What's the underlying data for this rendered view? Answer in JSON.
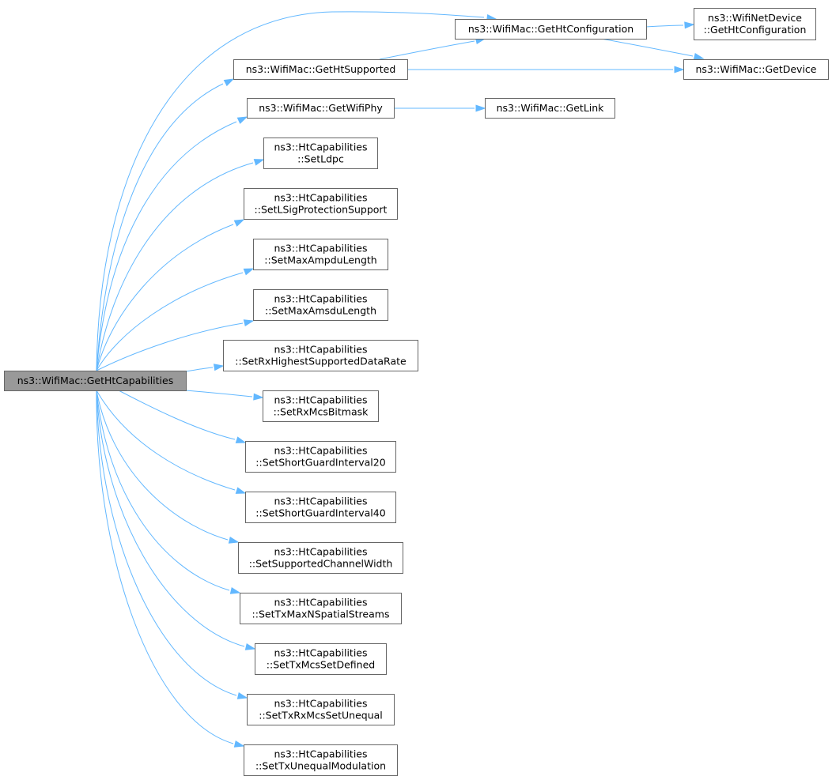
{
  "nodes": [
    {
      "id": "root",
      "lines": [
        "ns3::WifiMac::GetHtCapabilities"
      ],
      "root": true
    },
    {
      "id": "getHtConfiguration",
      "lines": [
        "ns3::WifiMac::GetHtConfiguration"
      ]
    },
    {
      "id": "netDeviceGetHtConfiguration",
      "lines": [
        "ns3::WifiNetDevice",
        "::GetHtConfiguration"
      ]
    },
    {
      "id": "getHtSupported",
      "lines": [
        "ns3::WifiMac::GetHtSupported"
      ]
    },
    {
      "id": "getDevice",
      "lines": [
        "ns3::WifiMac::GetDevice"
      ]
    },
    {
      "id": "getWifiPhy",
      "lines": [
        "ns3::WifiMac::GetWifiPhy"
      ]
    },
    {
      "id": "getLink",
      "lines": [
        "ns3::WifiMac::GetLink"
      ]
    },
    {
      "id": "setLdpc",
      "lines": [
        "ns3::HtCapabilities",
        "::SetLdpc"
      ]
    },
    {
      "id": "setLSigProtectionSupport",
      "lines": [
        "ns3::HtCapabilities",
        "::SetLSigProtectionSupport"
      ]
    },
    {
      "id": "setMaxAmpduLength",
      "lines": [
        "ns3::HtCapabilities",
        "::SetMaxAmpduLength"
      ]
    },
    {
      "id": "setMaxAmsduLength",
      "lines": [
        "ns3::HtCapabilities",
        "::SetMaxAmsduLength"
      ]
    },
    {
      "id": "setRxHighestSupportedDataRate",
      "lines": [
        "ns3::HtCapabilities",
        "::SetRxHighestSupportedDataRate"
      ]
    },
    {
      "id": "setRxMcsBitmask",
      "lines": [
        "ns3::HtCapabilities",
        "::SetRxMcsBitmask"
      ]
    },
    {
      "id": "setShortGuardInterval20",
      "lines": [
        "ns3::HtCapabilities",
        "::SetShortGuardInterval20"
      ]
    },
    {
      "id": "setShortGuardInterval40",
      "lines": [
        "ns3::HtCapabilities",
        "::SetShortGuardInterval40"
      ]
    },
    {
      "id": "setSupportedChannelWidth",
      "lines": [
        "ns3::HtCapabilities",
        "::SetSupportedChannelWidth"
      ]
    },
    {
      "id": "setTxMaxNSpatialStreams",
      "lines": [
        "ns3::HtCapabilities",
        "::SetTxMaxNSpatialStreams"
      ]
    },
    {
      "id": "setTxMcsSetDefined",
      "lines": [
        "ns3::HtCapabilities",
        "::SetTxMcsSetDefined"
      ]
    },
    {
      "id": "setTxRxMcsSetUnequal",
      "lines": [
        "ns3::HtCapabilities",
        "::SetTxRxMcsSetUnequal"
      ]
    },
    {
      "id": "setTxUnequalModulation",
      "lines": [
        "ns3::HtCapabilities",
        "::SetTxUnequalModulation"
      ]
    }
  ],
  "edges": [
    {
      "from": "root",
      "to": "getHtConfiguration"
    },
    {
      "from": "root",
      "to": "getHtSupported"
    },
    {
      "from": "root",
      "to": "getWifiPhy"
    },
    {
      "from": "root",
      "to": "setLdpc"
    },
    {
      "from": "root",
      "to": "setLSigProtectionSupport"
    },
    {
      "from": "root",
      "to": "setMaxAmpduLength"
    },
    {
      "from": "root",
      "to": "setMaxAmsduLength"
    },
    {
      "from": "root",
      "to": "setRxHighestSupportedDataRate"
    },
    {
      "from": "root",
      "to": "setRxMcsBitmask"
    },
    {
      "from": "root",
      "to": "setShortGuardInterval20"
    },
    {
      "from": "root",
      "to": "setShortGuardInterval40"
    },
    {
      "from": "root",
      "to": "setSupportedChannelWidth"
    },
    {
      "from": "root",
      "to": "setTxMaxNSpatialStreams"
    },
    {
      "from": "root",
      "to": "setTxMcsSetDefined"
    },
    {
      "from": "root",
      "to": "setTxRxMcsSetUnequal"
    },
    {
      "from": "root",
      "to": "setTxUnequalModulation"
    },
    {
      "from": "getHtConfiguration",
      "to": "netDeviceGetHtConfiguration"
    },
    {
      "from": "getHtConfiguration",
      "to": "getDevice"
    },
    {
      "from": "getHtSupported",
      "to": "getHtConfiguration"
    },
    {
      "from": "getHtSupported",
      "to": "getDevice"
    },
    {
      "from": "getWifiPhy",
      "to": "getLink"
    }
  ],
  "colors": {
    "edge": "#63b8ff",
    "node_border": "#666666",
    "node_fill": "#ffffff",
    "root_fill": "#999999",
    "text": "#000000"
  }
}
